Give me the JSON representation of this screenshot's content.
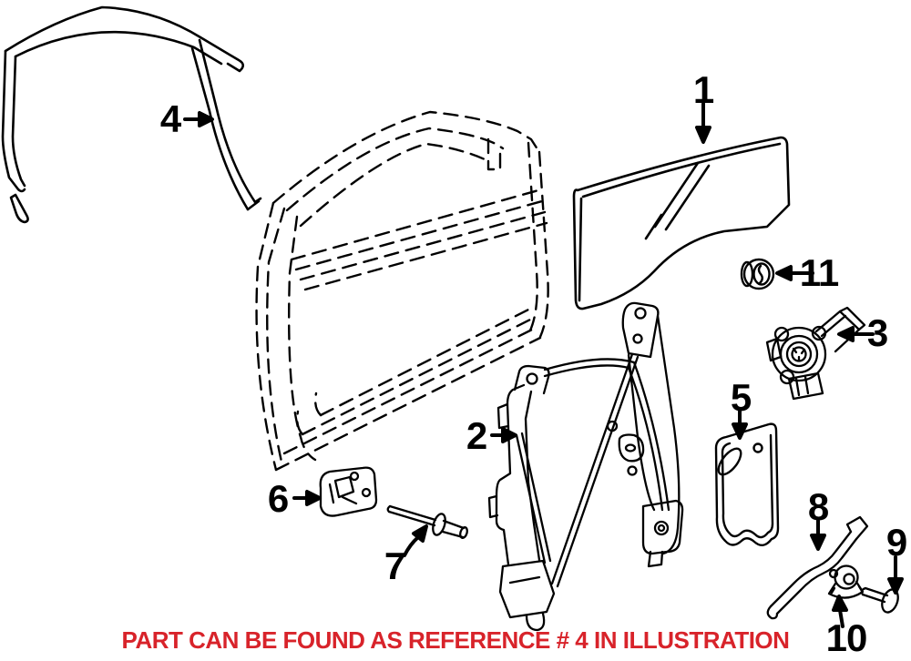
{
  "figure": {
    "kind": "auto-parts-exploded-diagram",
    "subject": "front door glass and window regulator"
  },
  "callouts": [
    {
      "label": "1"
    },
    {
      "label": "2"
    },
    {
      "label": "3"
    },
    {
      "label": "4"
    },
    {
      "label": "5"
    },
    {
      "label": "6"
    },
    {
      "label": "7"
    },
    {
      "label": "8"
    },
    {
      "label": "9"
    },
    {
      "label": "10"
    },
    {
      "label": "11"
    }
  ],
  "footer": {
    "text": "PART CAN BE FOUND AS REFERENCE # 4 IN ILLUSTRATION"
  },
  "colors": {
    "line": "#000000",
    "background": "#ffffff",
    "footer_red": "#d8232a"
  }
}
